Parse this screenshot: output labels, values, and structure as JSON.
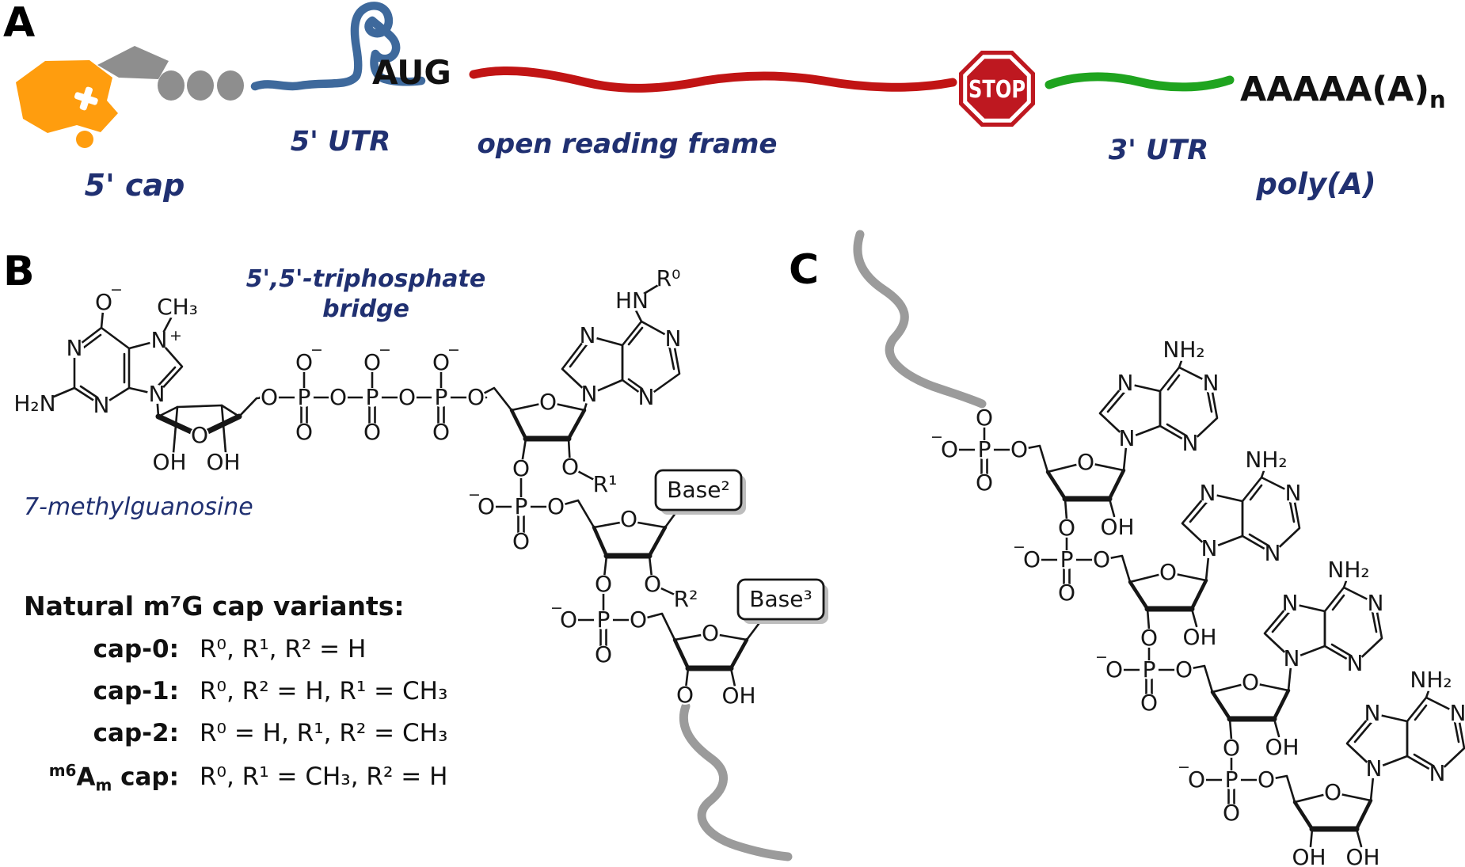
{
  "colors": {
    "orange": "#FF9D0E",
    "gray_shape": "#8E8E8E",
    "blue_utr": "#3E699C",
    "red_orf": "#C11414",
    "stop_red": "#BE1820",
    "green_utr": "#1FA41F",
    "navy_text": "#203071",
    "green_r0": "#00A400",
    "red_r1": "#E60000",
    "blue_r2": "#0A6FC2",
    "squiggle_gray": "#9B9B9B"
  },
  "panelA": {
    "label": "A",
    "cap_label": "5' cap",
    "utr5_label": "5' UTR",
    "start_codon": "AUG",
    "orf_label": "open reading frame",
    "stop_label": "STOP",
    "utr3_label": "3' UTR",
    "polya_seq": "AAAAA(A)",
    "polya_sub": "n",
    "polya_label": "poly(A)"
  },
  "panelB": {
    "label": "B",
    "bridge_label_line1": "5',5'-triphosphate",
    "bridge_label_line2": "bridge",
    "m7g_label": "7-methylguanosine",
    "variants_title": "Natural m⁷G cap variants:",
    "variants": [
      {
        "name": "cap-0:",
        "value": "R⁰, R¹, R² = H"
      },
      {
        "name": "cap-1:",
        "value": "R⁰, R² = H, R¹ = CH₃"
      },
      {
        "name": "cap-2:",
        "value": "R⁰ = H, R¹, R² = CH₃"
      },
      {
        "name_sup": "m6",
        "name_base": "A",
        "name_sub": "m",
        "name_rest": " cap:",
        "value": "R⁰, R¹ = CH₃, R² = H"
      }
    ]
  },
  "panelC": {
    "label": "C"
  },
  "sym": {
    "O": "O",
    "P": "P",
    "N": "N",
    "OH": "OH",
    "NH2": "NH₂",
    "H2N": "H₂N",
    "CH3": "CH₃",
    "HN": "HN",
    "R0": "R⁰",
    "R1": "R¹",
    "R2": "R²",
    "base2": "Base²",
    "base3": "Base³",
    "minus": "−",
    "plus": "+"
  }
}
